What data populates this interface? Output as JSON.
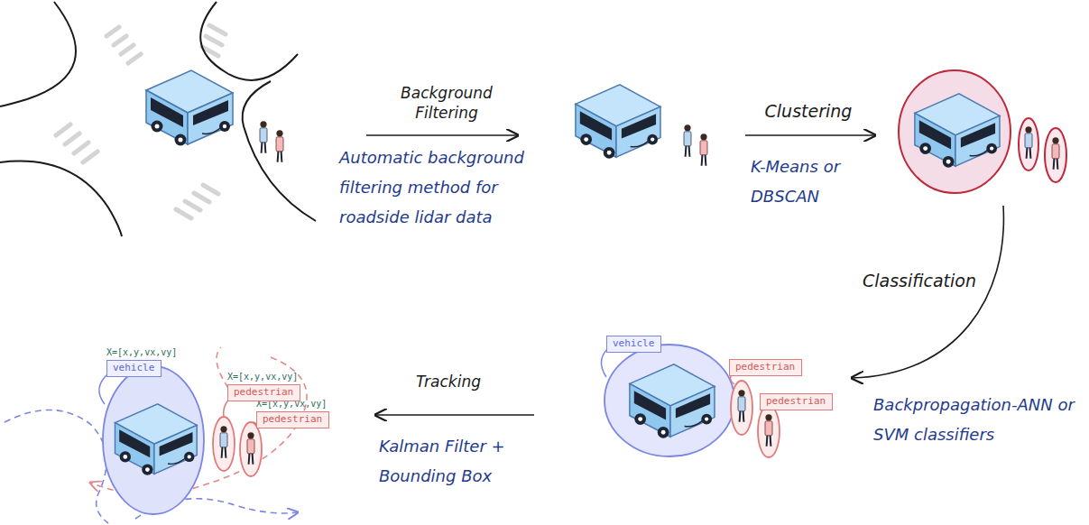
{
  "diagram": {
    "nodes": [
      {
        "text": [
          "vehicle"
        ]
      },
      {
        "text": [
          "pedestrian"
        ]
      },
      {
        "text": [
          "pedestrian"
        ]
      },
      {
        "text": [
          "vehicle"
        ]
      },
      {
        "text": [
          "pedestrian"
        ]
      },
      {
        "text": [
          "pedestrian"
        ]
      }
    ],
    "labels": [
      "Background Filtering",
      "Automatic background filtering method for roadside lidar data",
      "Clustering",
      "K-Means or DBSCAN",
      "Classification",
      "Backpropagation-ANN or SVM classifiers",
      "Tracking",
      "Kalman Filter + Bounding Box",
      "X=[x,y,vx,vy]",
      "X=[x,y,vx,vy]",
      "X=[x,y,vx,vy]"
    ]
  }
}
